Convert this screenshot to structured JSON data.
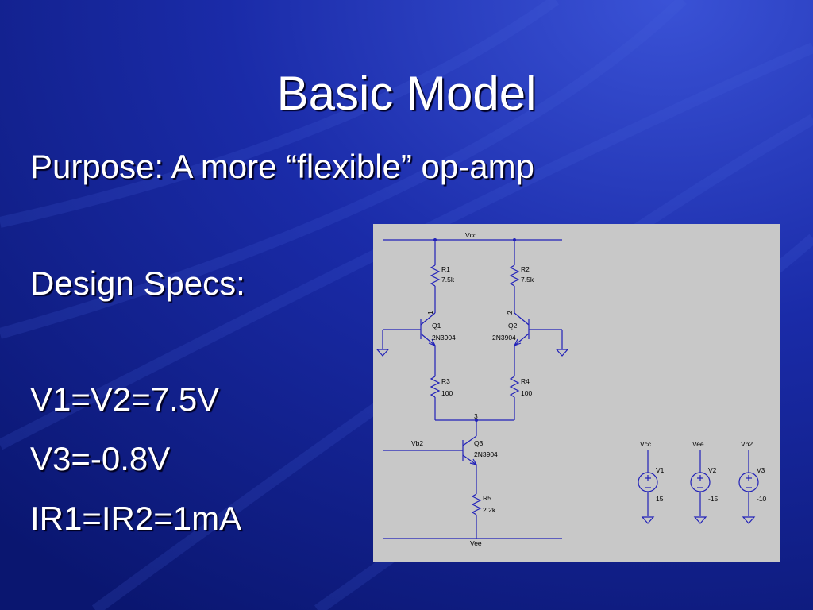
{
  "slide": {
    "title": "Basic Model",
    "lines": {
      "purpose": "Purpose: A more “flexible” op-amp",
      "specs_heading": "Design Specs:",
      "spec_v": "V1=V2=7.5V",
      "spec_v3": "V3=-0.8V",
      "spec_i": "IR1=IR2=1mA"
    }
  },
  "schematic": {
    "nets": {
      "vcc_top": "Vcc",
      "vee_bottom": "Vee",
      "vb2_input": "Vb2",
      "node1": "1",
      "node2": "2",
      "node3": "3"
    },
    "resistors": {
      "r1": {
        "name": "R1",
        "value": "7.5k"
      },
      "r2": {
        "name": "R2",
        "value": "7.5k"
      },
      "r3": {
        "name": "R3",
        "value": "100"
      },
      "r4": {
        "name": "R4",
        "value": "100"
      },
      "r5": {
        "name": "R5",
        "value": "2.2k"
      }
    },
    "transistors": {
      "q1": {
        "name": "Q1",
        "model": "2N3904"
      },
      "q2": {
        "name": "Q2",
        "model": "2N3904"
      },
      "q3": {
        "name": "Q3",
        "model": "2N3904"
      }
    },
    "sources": {
      "v1": {
        "net": "Vcc",
        "name": "V1",
        "value": "15"
      },
      "v2": {
        "net": "Vee",
        "name": "V2",
        "value": "-15"
      },
      "v3": {
        "net": "Vb2",
        "name": "V3",
        "value": "-10"
      }
    },
    "colors": {
      "wire": "#2020b8",
      "panel": "#c8c8c8"
    }
  },
  "colors": {
    "background": "#0f1f8a",
    "text": "#ffffff"
  }
}
